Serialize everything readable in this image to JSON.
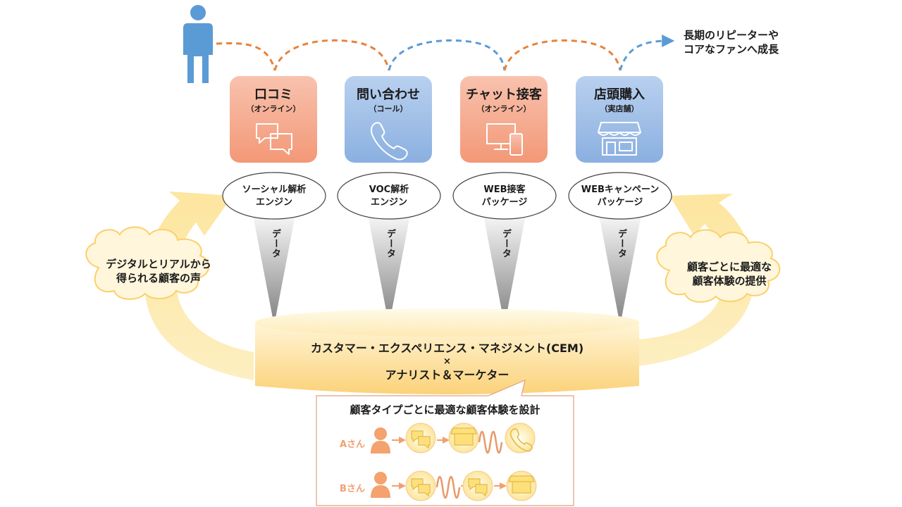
{
  "goal": {
    "line1": "長期のリピーターや",
    "line2": "コアなファンへ成長"
  },
  "touchpoints": [
    {
      "title": "口コミ",
      "sub": "（オンライン）",
      "icon": "chat-bubbles-icon",
      "color": "#f39f82"
    },
    {
      "title": "問い合わせ",
      "sub": "（コール）",
      "icon": "phone-icon",
      "color": "#8fb4e3"
    },
    {
      "title": "チャット接客",
      "sub": "（オンライン）",
      "icon": "devices-icon",
      "color": "#f39f82"
    },
    {
      "title": "店頭購入",
      "sub": "（実店舗）",
      "icon": "storefront-icon",
      "color": "#8fb4e3"
    }
  ],
  "engines": [
    {
      "line1": "ソーシャル解析",
      "line2": "エンジン"
    },
    {
      "line1": "VOC解析",
      "line2": "エンジン"
    },
    {
      "line1": "WEB接客",
      "line2": "パッケージ"
    },
    {
      "line1": "WEBキャンペーン",
      "line2": "パッケージ"
    }
  ],
  "data_label": "データ",
  "left_cloud": {
    "line1": "デジタルとリアルから",
    "line2": "得られる顧客の声"
  },
  "right_cloud": {
    "line1": "顧客ごとに最適な",
    "line2": "顧客体験の提供"
  },
  "cem": {
    "line1": "カスタマー・エクスペリエンス・マネジメント(CEM)",
    "line2": "×",
    "line3": "アナリスト＆マーケター"
  },
  "design_box": {
    "title": "顧客タイプごとに最適な顧客体験を設計",
    "customers": [
      {
        "name": "Aさん",
        "journey": [
          "chat-bubbles-icon",
          "storefront-icon",
          "wave",
          "phone-icon"
        ]
      },
      {
        "name": "Bさん",
        "journey": [
          "chat-bubbles-icon",
          "wave",
          "chat-bubbles-icon",
          "storefront-icon"
        ]
      }
    ]
  },
  "colors": {
    "orange": "#f39f82",
    "blue": "#8fb4e3",
    "yellow": "#fde7a0",
    "person_blue": "#5b9bd5",
    "person_orange": "#f4a26e"
  }
}
